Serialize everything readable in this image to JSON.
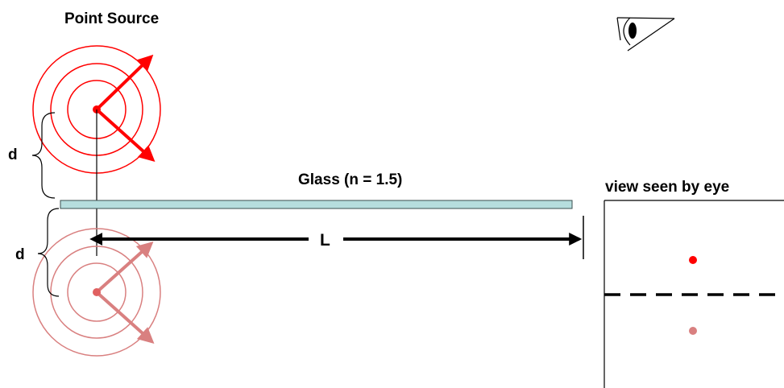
{
  "labels": {
    "point_source": "Point Source",
    "glass": "Glass (n = 1.5)",
    "distance_upper": "d",
    "distance_lower": "d",
    "length": "L",
    "view_title": "view seen by eye"
  },
  "colors": {
    "source": "#ff0000",
    "image": "#d98080",
    "image_dot": "#e06060",
    "glass_fill": "#b6dede",
    "glass_stroke": "#3a4f4f",
    "ink": "#000000"
  },
  "icons": {
    "eye": "eye-icon"
  }
}
